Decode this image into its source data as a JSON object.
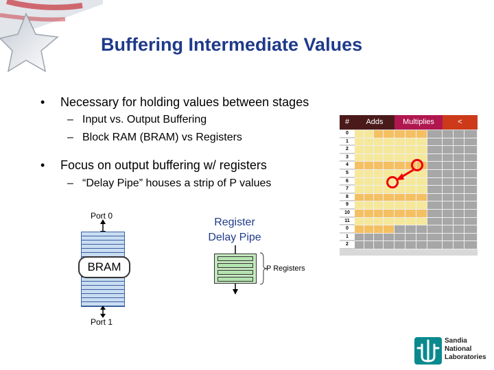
{
  "slide": {
    "title": "Buffering Intermediate Values",
    "bullets": [
      "Necessary for holding values between stages",
      "Focus on output buffering w/ registers"
    ],
    "subbullets_1": [
      "Input vs. Output Buffering",
      "Block RAM (BRAM) vs Registers"
    ],
    "subbullets_2": [
      "“Delay Pipe” houses a strip of P values"
    ],
    "bullet_glyph": "•",
    "dash_glyph": "–"
  },
  "diagram": {
    "port0": "Port 0",
    "port1": "Port 1",
    "bram": "BRAM",
    "register_delay_pipe": "Register Delay Pipe",
    "p_registers": "P Registers"
  },
  "table": {
    "headers": [
      "#",
      "Adds",
      "Multiplies",
      "<"
    ],
    "row_labels": [
      "0",
      "1",
      "2",
      "3",
      "4",
      "5",
      "6",
      "7",
      "8",
      "9",
      "10",
      "11",
      "0",
      "1",
      "2"
    ]
  },
  "logo": {
    "line1": "Sandia",
    "line2": "National",
    "line3": "Laboratories"
  },
  "colors": {
    "title": "#1f3a8a",
    "header_dark": "#4a1a1a",
    "header_multiplies": "#b0174f",
    "header_lt": "#cc3a1a",
    "cell_yellow": "#f5e89a",
    "cell_orange": "#f5c062",
    "cell_gray": "#a7a7a7",
    "circle": "#e00000",
    "sandia": "#0a8a8e"
  }
}
